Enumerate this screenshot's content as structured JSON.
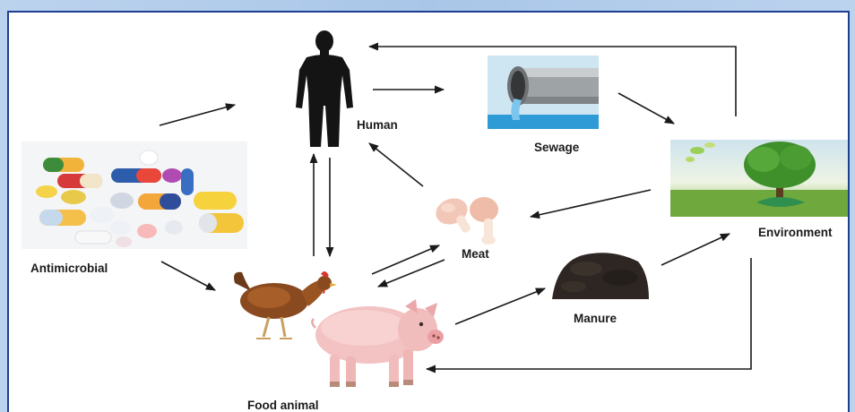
{
  "labels": {
    "human": "Human",
    "sewage": "Sewage",
    "environment": "Environment",
    "meat": "Meat",
    "manure": "Manure",
    "antimicrobial": "Antimicrobial",
    "food_animal": "Food animal"
  },
  "colors": {
    "frame_border": "#1d3f8f",
    "background": "#a9c6e8",
    "arrow": "#1a1a1a"
  },
  "icons": {
    "human": "human-silhouette-icon",
    "sewage": "sewage-pipe-icon",
    "environment": "tree-landscape-icon",
    "meat": "chicken-drumstick-icon",
    "manure": "manure-pile-icon",
    "antimicrobial": "pills-icon",
    "food_animal_chicken": "chicken-icon",
    "food_animal_pig": "pig-icon"
  }
}
